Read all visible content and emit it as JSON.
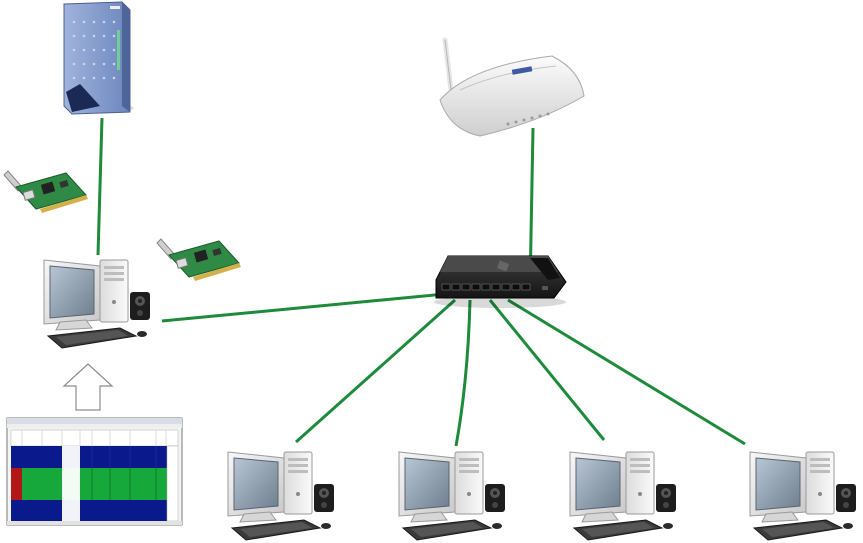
{
  "diagram": {
    "type": "network-topology",
    "nodes": [
      {
        "id": "modem",
        "icon": "cable-modem-icon"
      },
      {
        "id": "nic-1",
        "icon": "network-card-icon"
      },
      {
        "id": "nic-2",
        "icon": "network-card-icon"
      },
      {
        "id": "router",
        "icon": "wireless-router-icon"
      },
      {
        "id": "switch",
        "icon": "network-switch-icon"
      },
      {
        "id": "server-pc",
        "icon": "desktop-computer-icon"
      },
      {
        "id": "client-pc-1",
        "icon": "desktop-computer-icon"
      },
      {
        "id": "client-pc-2",
        "icon": "desktop-computer-icon"
      },
      {
        "id": "client-pc-3",
        "icon": "desktop-computer-icon"
      },
      {
        "id": "client-pc-4",
        "icon": "desktop-computer-icon"
      },
      {
        "id": "app-screenshot",
        "icon": "software-window-icon"
      }
    ],
    "connections": [
      {
        "from": "modem",
        "to": "server-pc"
      },
      {
        "from": "router",
        "to": "switch"
      },
      {
        "from": "server-pc",
        "to": "switch"
      },
      {
        "from": "switch",
        "to": "client-pc-1"
      },
      {
        "from": "switch",
        "to": "client-pc-2"
      },
      {
        "from": "switch",
        "to": "client-pc-3"
      },
      {
        "from": "switch",
        "to": "client-pc-4"
      }
    ],
    "arrow": {
      "from": "app-screenshot",
      "to": "server-pc",
      "icon": "up-arrow-icon"
    },
    "colors": {
      "cable": "#1e8a3c",
      "grid_blue": "#0a1a8c",
      "grid_green": "#16a83a",
      "grid_red": "#b01818",
      "switch_body": "#2b2b2b",
      "router_body": "#e9e9e9",
      "modem_body": "#7f97c9"
    }
  }
}
